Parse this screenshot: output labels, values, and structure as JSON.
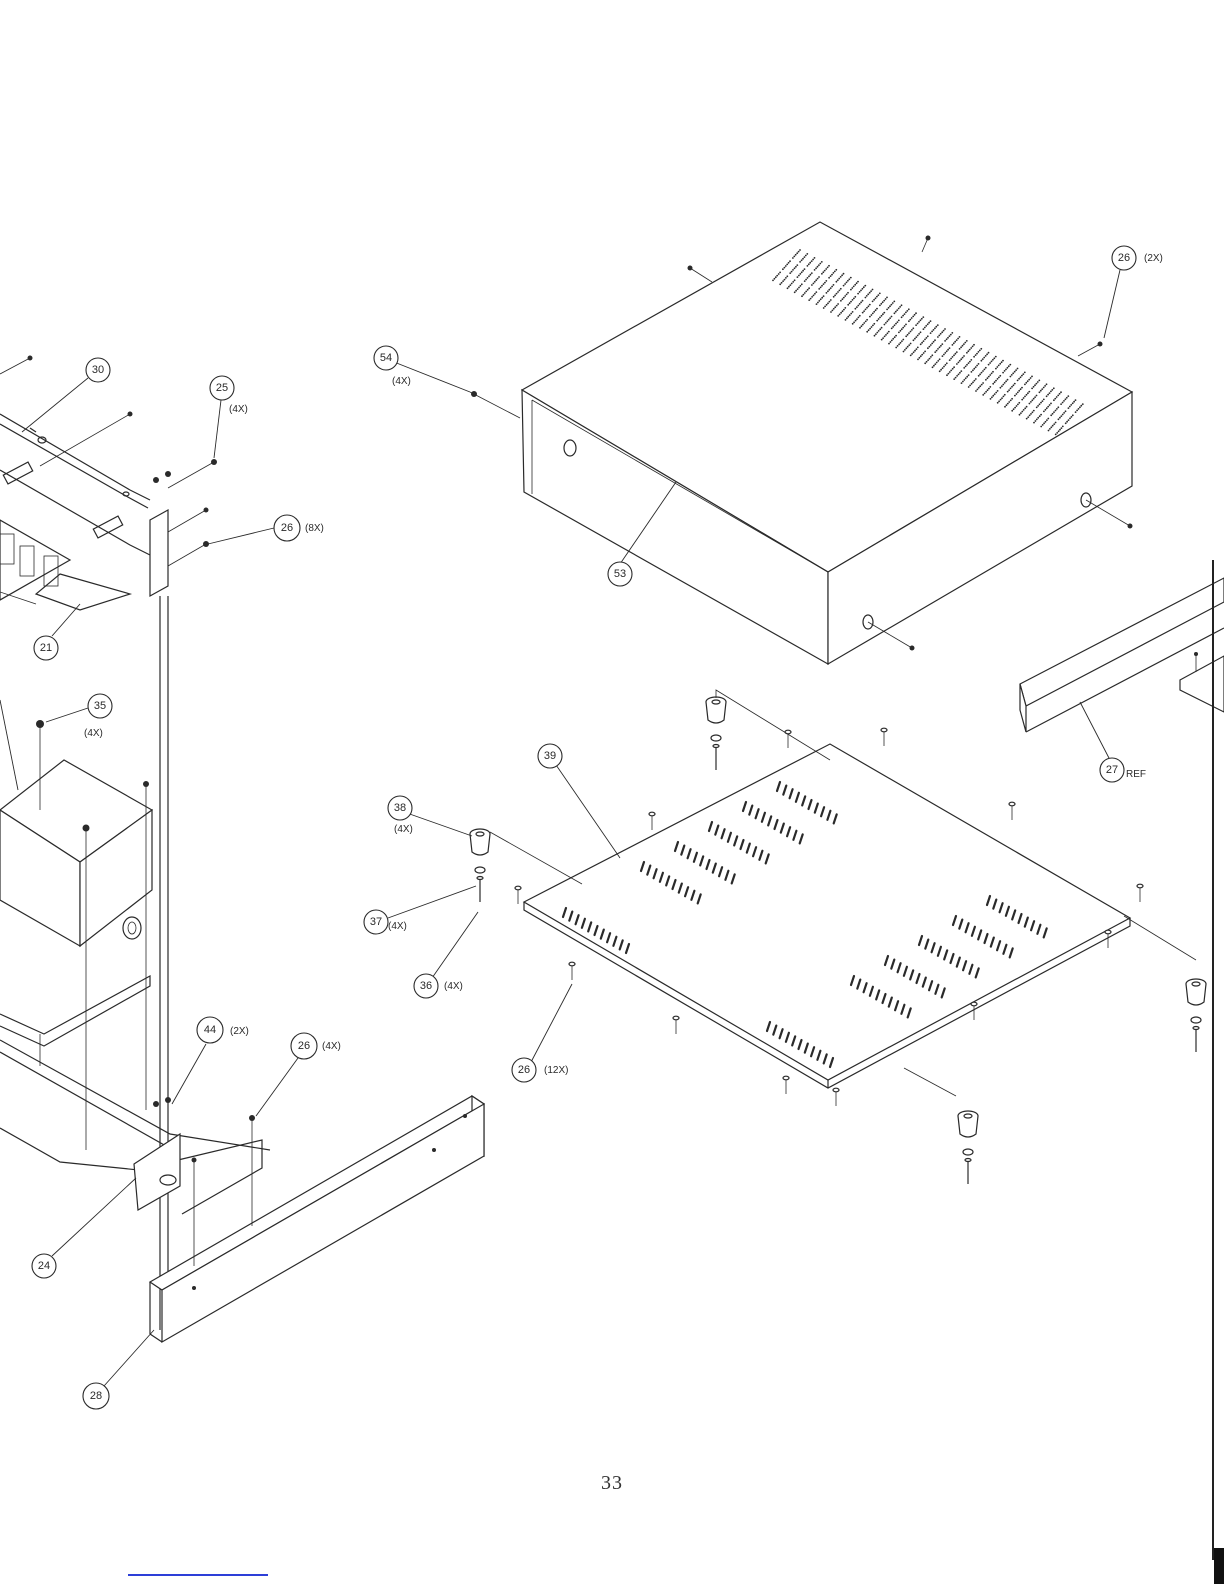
{
  "page": {
    "number": "33"
  },
  "callouts": [
    {
      "id": "c30",
      "ref": "30",
      "qty": ""
    },
    {
      "id": "c25",
      "ref": "25",
      "qty": "(4X)"
    },
    {
      "id": "c26a",
      "ref": "26",
      "qty": "(8X)"
    },
    {
      "id": "c21",
      "ref": "21",
      "qty": ""
    },
    {
      "id": "c35",
      "ref": "35",
      "qty": "(4X)"
    },
    {
      "id": "c44",
      "ref": "44",
      "qty": "(2X)"
    },
    {
      "id": "c26b",
      "ref": "26",
      "qty": "(4X)"
    },
    {
      "id": "c24",
      "ref": "24",
      "qty": ""
    },
    {
      "id": "c28",
      "ref": "28",
      "qty": ""
    },
    {
      "id": "c54",
      "ref": "54",
      "qty": "(4X)"
    },
    {
      "id": "c53",
      "ref": "53",
      "qty": ""
    },
    {
      "id": "c26c",
      "ref": "26",
      "qty": "(2X)"
    },
    {
      "id": "c27",
      "ref": "27",
      "qty": "REF"
    },
    {
      "id": "c39",
      "ref": "39",
      "qty": ""
    },
    {
      "id": "c38",
      "ref": "38",
      "qty": "(4X)"
    },
    {
      "id": "c37",
      "ref": "37",
      "qty": "(4X)"
    },
    {
      "id": "c36",
      "ref": "36",
      "qty": "(4X)"
    },
    {
      "id": "c26d",
      "ref": "26",
      "qty": "(12X)"
    }
  ]
}
